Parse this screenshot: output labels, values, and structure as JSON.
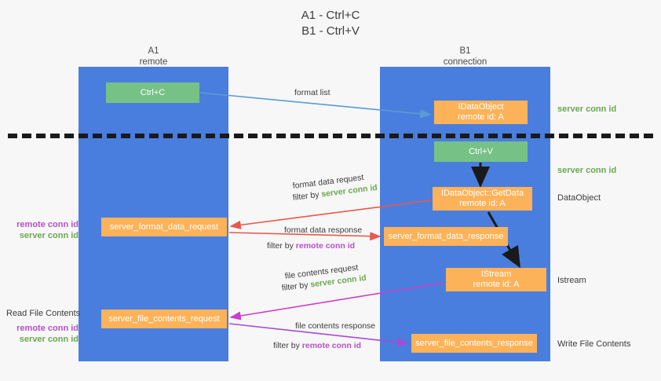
{
  "title": {
    "line1": "A1 - Ctrl+C",
    "line2": "B1 - Ctrl+V"
  },
  "lanes": [
    {
      "id": "a1",
      "name": "A1",
      "role": "remote",
      "color": "#4a7ede"
    },
    {
      "id": "b1",
      "name": "B1",
      "role": "connection",
      "color": "#4a7ede"
    }
  ],
  "colors": {
    "lane": "#4a7ede",
    "green_box": "#76c286",
    "orange_box": "#fcb258",
    "server_conn_id": "#6aa84f",
    "remote_conn_id": "#b84fc8",
    "arrow_blue": "#5b9bd5",
    "arrow_red": "#e8584c",
    "arrow_magenta": "#cc3fcc",
    "arrow_purple": "#a64bd6",
    "arrow_black": "#1a1a1a",
    "divider": "#1a1a1a",
    "background": "#f7f7f7"
  },
  "boxes": {
    "ctrl_c": {
      "label": "Ctrl+C",
      "kind": "green"
    },
    "idataobject": {
      "label": "IDataObject",
      "sub": "remote id: A",
      "kind": "orange"
    },
    "ctrl_v": {
      "label": "Ctrl+V",
      "kind": "green"
    },
    "getdata": {
      "label": "IDataObject::GetData",
      "sub": "remote id: A",
      "kind": "orange"
    },
    "server_format_data_request": {
      "label": "server_format_data_request",
      "kind": "orange"
    },
    "server_format_data_response": {
      "label": "server_format_data_response",
      "kind": "orange"
    },
    "istream": {
      "label": "IStream",
      "sub": "remote id: A",
      "kind": "orange"
    },
    "server_file_contents_request": {
      "label": "server_file_contents_request",
      "kind": "orange"
    },
    "server_file_contents_response": {
      "label": "server_file_contents_response",
      "kind": "orange"
    }
  },
  "arrow_labels": {
    "format_list": "format list",
    "format_data_request": "format data request",
    "format_data_request_filter_prefix": "filter by ",
    "format_data_request_filter_value": "server conn id",
    "format_data_response": "format data response",
    "format_data_response_filter_prefix": "filter by ",
    "format_data_response_filter_value": "remote conn id",
    "file_contents_request": "file contents request",
    "file_contents_request_filter_prefix": "filter by ",
    "file_contents_request_filter_value": "server conn id",
    "file_contents_response": "file contents response",
    "file_contents_response_filter_prefix": "filter by ",
    "file_contents_response_filter_value": "remote conn id"
  },
  "annotations": {
    "server_conn_id_top": "server conn id",
    "server_conn_id_mid": "server conn id",
    "dataobject": "DataObject",
    "istream": "Istream",
    "write_file_contents": "Write File Contents",
    "read_file_contents": "Read File Contents",
    "left_remote_conn_id_1": "remote conn id",
    "left_server_conn_id_1": "server conn id",
    "left_remote_conn_id_2": "remote conn id",
    "left_server_conn_id_2": "server conn id"
  }
}
